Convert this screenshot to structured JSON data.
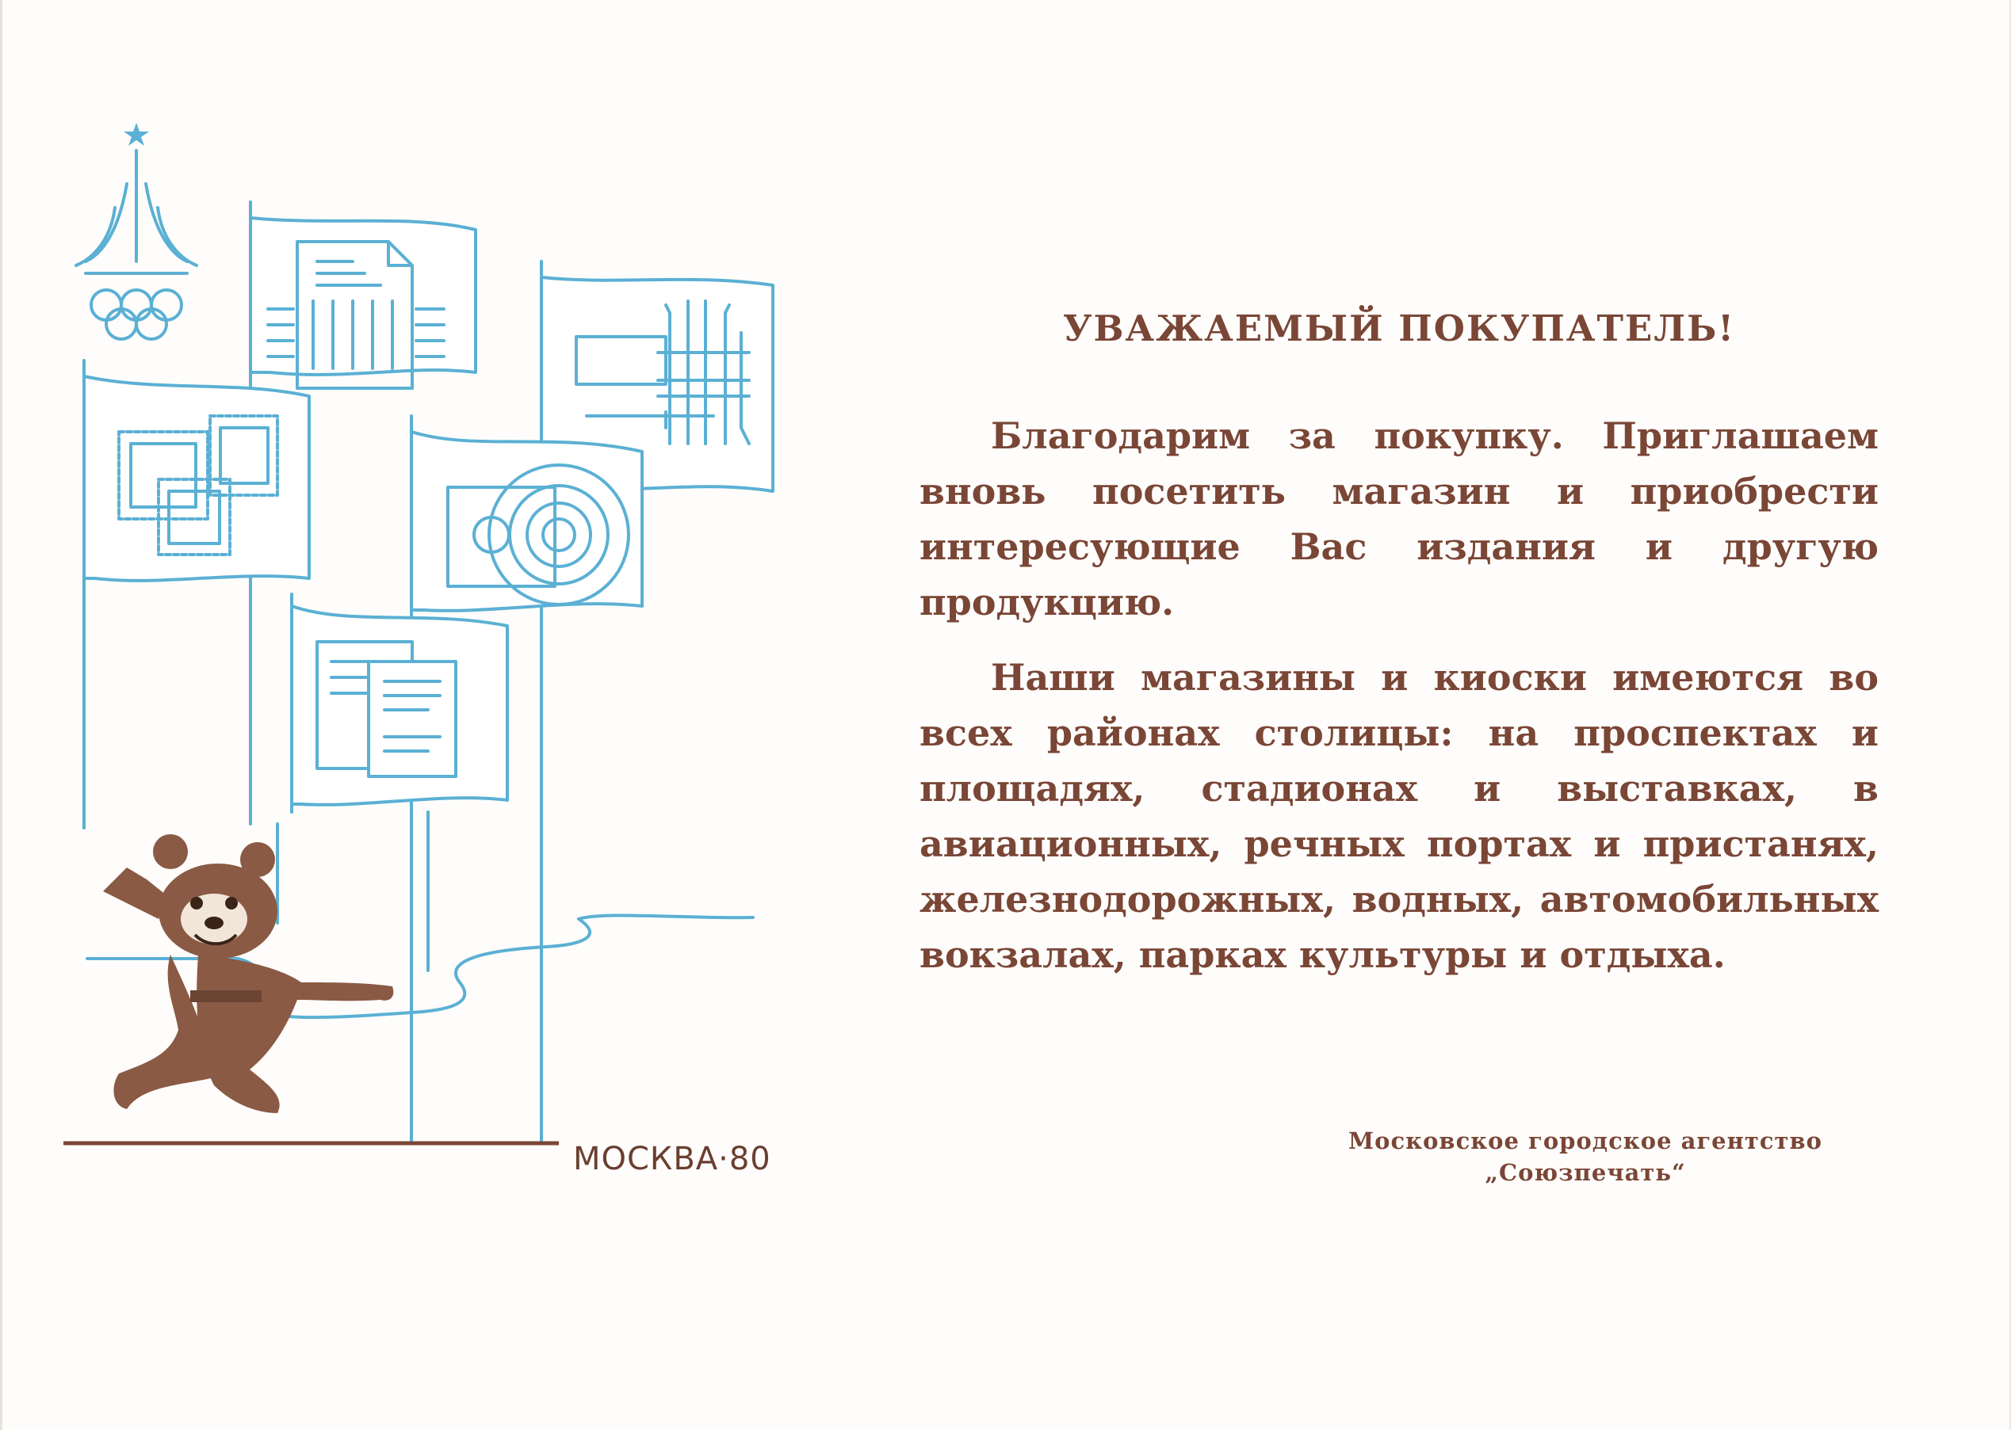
{
  "colors": {
    "ink": "#7a4636",
    "line_blue": "#5bb0d4",
    "bear_brown": "#8a5a44",
    "paper": "#fefdfb"
  },
  "emblem": {
    "name": "moscow-1980-olympic-emblem",
    "icon": "olympic-rings-icon"
  },
  "illustration": {
    "icons": [
      "document-icon",
      "pens-icon",
      "stamps-icon",
      "vinyl-record-icon",
      "newspapers-icon",
      "river-line-icon",
      "bear-mascot-icon"
    ],
    "caption": "МОСКВА·80"
  },
  "letter": {
    "heading": "УВАЖАЕМЫЙ ПОКУПАТЕЛЬ!",
    "paragraph_1": "Благодарим за покупку. Приглашаем вновь посетить магазин и приобрести интересующие Вас издания и другую продукцию.",
    "paragraph_2": "Наши магазины и киоски имеются во всех районах столицы: на проспектах и площадях, стадионах и выставках, в авиационных, речных портах и пристанях, железнодорожных, водных, автомобильных вокзалах, парках культуры и отдыха."
  },
  "signature": {
    "line_1": "Московское городское агентство",
    "line_2": "„Союзпечать“"
  }
}
